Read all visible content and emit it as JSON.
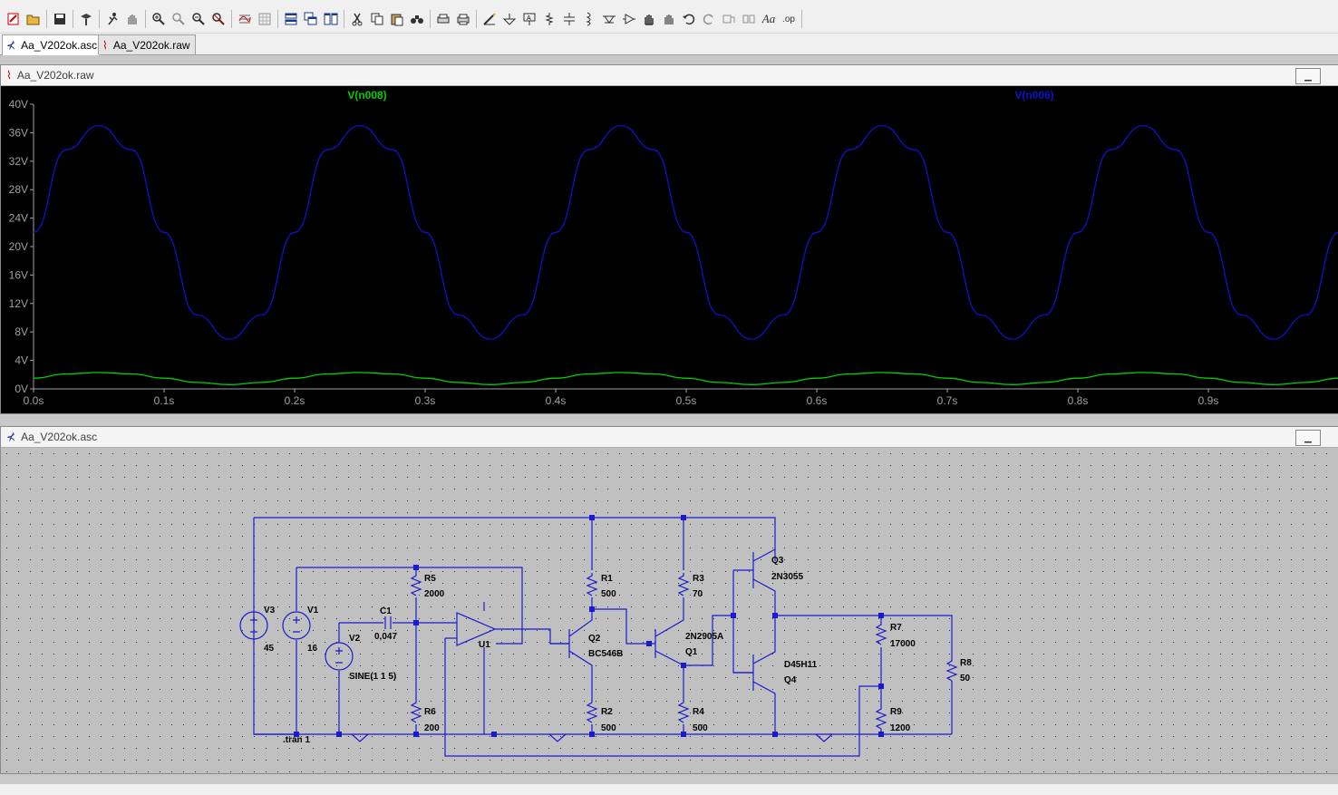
{
  "toolbar": {
    "groups": [
      {
        "items": [
          "new-schematic-icon",
          "open-icon"
        ]
      },
      {
        "items": [
          "save-icon"
        ]
      },
      {
        "items": [
          "control-panel-icon"
        ]
      },
      {
        "items": [
          "run-icon",
          "halt-icon"
        ]
      },
      {
        "items": [
          "zoom-in-icon",
          "zoom-area-icon",
          "zoom-out-icon",
          "zoom-cancel-icon"
        ]
      },
      {
        "items": [
          "autorange-icon",
          "grid-icon"
        ]
      },
      {
        "items": [
          "tile-horizontal-icon",
          "cascade-icon",
          "tile-vertical-icon"
        ]
      },
      {
        "items": [
          "cut-icon",
          "copy-icon",
          "paste-icon",
          "find-icon"
        ]
      },
      {
        "items": [
          "print-setup-icon",
          "print-icon"
        ]
      },
      {
        "items": [
          "wire-icon",
          "ground-icon",
          "label-net-icon",
          "resistor-icon",
          "capacitor-icon",
          "inductor-icon",
          "diode-icon",
          "component-icon",
          "move-icon",
          "drag-icon",
          "undo-icon",
          "redo-icon",
          "rotate-icon",
          "mirror-icon",
          "text-icon",
          "spice-directive-icon"
        ]
      }
    ],
    "text_button": "Aa",
    "op_button": ".op"
  },
  "tabs": [
    {
      "label": "Aa_V202ok.asc",
      "active": true
    },
    {
      "label": "Aa_V202ok.raw",
      "active": false
    }
  ],
  "waveform_window": {
    "title": "Aa_V202ok.raw",
    "background": "#000000",
    "axis_color": "#a0a0a0"
  },
  "schematic_window": {
    "title": "Aa_V202ok.asc",
    "wire_color": "#1a1ad0",
    "label_color": "#000000",
    "background": "#c0c0c0",
    "labels": {
      "v3": "V3",
      "v3_val": "45",
      "v1": "V1",
      "v1_val": "16",
      "v2": "V2",
      "v2_val": "SINE(1 1 5)",
      "c1": "C1",
      "c1_val": "0,047",
      "r5": "R5",
      "r5_val": "2000",
      "r6": "R6",
      "r6_val": "200",
      "u1": "U1",
      "r1": "R1",
      "r1_val": "500",
      "r2": "R2",
      "r2_val": "500",
      "q2": "Q2",
      "q2_val": "BC546B",
      "r3": "R3",
      "r3_val": "70",
      "r4": "R4",
      "r4_val": "500",
      "q1": "Q1",
      "q1_val": "2N2905A",
      "q3": "Q3",
      "q3_val": "2N3055",
      "q4": "Q4",
      "q4_val": "D45H11",
      "r7": "R7",
      "r7_val": "17000",
      "r9": "R9",
      "r9_val": "1200",
      "r8": "R8",
      "r8_val": "50",
      "directive": ".tran 1"
    }
  },
  "chart_data": {
    "type": "line",
    "title": "",
    "xlabel": "",
    "ylabel": "",
    "xlim": [
      0,
      1.0
    ],
    "ylim": [
      0,
      40
    ],
    "grid": false,
    "x_ticks": [
      "0.0s",
      "0.1s",
      "0.2s",
      "0.3s",
      "0.4s",
      "0.5s",
      "0.6s",
      "0.7s",
      "0.8s",
      "0.9s"
    ],
    "x_tick_values": [
      0,
      0.1,
      0.2,
      0.3,
      0.4,
      0.5,
      0.6,
      0.7,
      0.8,
      0.9
    ],
    "y_ticks": [
      "0V",
      "4V",
      "8V",
      "12V",
      "16V",
      "20V",
      "24V",
      "28V",
      "32V",
      "36V",
      "40V"
    ],
    "y_tick_values": [
      0,
      4,
      8,
      12,
      16,
      20,
      24,
      28,
      32,
      36,
      40
    ],
    "series": [
      {
        "name": "V(n008)",
        "color": "#00d000",
        "x": [
          0,
          0.025,
          0.05,
          0.075,
          0.1,
          0.125,
          0.15,
          0.175,
          0.2,
          0.225,
          0.25,
          0.275,
          0.3,
          0.325,
          0.35,
          0.375,
          0.4,
          0.425,
          0.45,
          0.475,
          0.5,
          0.525,
          0.55,
          0.575,
          0.6,
          0.625,
          0.65,
          0.675,
          0.7,
          0.725,
          0.75,
          0.775,
          0.8,
          0.825,
          0.85,
          0.875,
          0.9,
          0.925,
          0.95,
          0.975,
          1.0
        ],
        "y": [
          1.5,
          2.1,
          2.3,
          2.1,
          1.5,
          0.9,
          0.6,
          0.9,
          1.5,
          2.1,
          2.3,
          2.1,
          1.5,
          0.9,
          0.6,
          0.9,
          1.5,
          2.1,
          2.3,
          2.1,
          1.5,
          0.9,
          0.6,
          0.9,
          1.5,
          2.1,
          2.3,
          2.1,
          1.5,
          0.9,
          0.6,
          0.9,
          1.5,
          2.1,
          2.3,
          2.1,
          1.5,
          0.9,
          0.6,
          0.9,
          1.5
        ]
      },
      {
        "name": "V(n006)",
        "color": "#1010d0",
        "x": [
          0,
          0.025,
          0.05,
          0.075,
          0.1,
          0.125,
          0.15,
          0.175,
          0.2,
          0.225,
          0.25,
          0.275,
          0.3,
          0.325,
          0.35,
          0.375,
          0.4,
          0.425,
          0.45,
          0.475,
          0.5,
          0.525,
          0.55,
          0.575,
          0.6,
          0.625,
          0.65,
          0.675,
          0.7,
          0.725,
          0.75,
          0.775,
          0.8,
          0.825,
          0.85,
          0.875,
          0.9,
          0.925,
          0.95,
          0.975,
          1.0
        ],
        "y": [
          22,
          33.6,
          37.0,
          33.6,
          22,
          10.4,
          7.0,
          10.4,
          22,
          33.6,
          37.0,
          33.6,
          22,
          10.4,
          7.0,
          10.4,
          22,
          33.6,
          37.0,
          33.6,
          22,
          10.4,
          7.0,
          10.4,
          22,
          33.6,
          37.0,
          33.6,
          22,
          10.4,
          7.0,
          10.4,
          22,
          33.6,
          37.0,
          33.6,
          22,
          10.4,
          7.0,
          10.4,
          22
        ]
      }
    ]
  }
}
